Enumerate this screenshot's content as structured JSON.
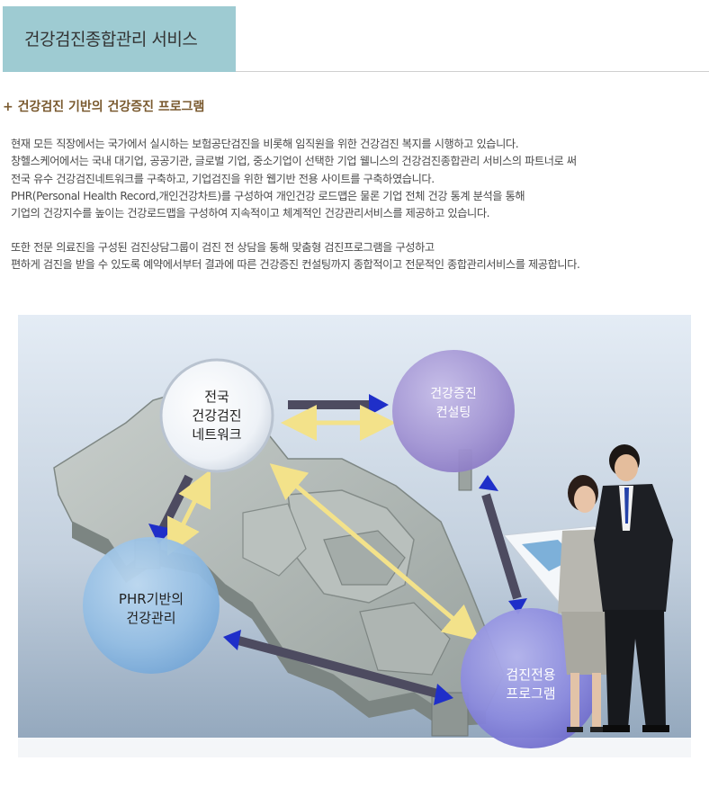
{
  "header": {
    "title": "건강검진종합관리 서비스"
  },
  "section": {
    "heading": "+ 건강검진 기반의 건강증진 프로그램"
  },
  "intro": {
    "paragraph1": [
      "현재 모든 직장에서는 국가에서 실시하는 보험공단검진을 비롯해 임직원을 위한 건강검진 복지를 시행하고 있습니다.",
      "창헬스케어에서는 국내 대기업, 공공기관, 글로벌 기업, 중소기업이 선택한 기업 웰니스의 건강검진종합관리 서비스의 파트너로 써",
      "전국 유수 건강검진네트워크를 구축하고, 기업검진을 위한 웹기반 전용 사이트를 구축하였습니다.",
      "PHR(Personal Health Record,개인건강차트)를 구성하여 개인건강 로드맵은 물론 기업 전체 건강 통계 분석을 통해",
      "기업의 건강지수를 높이는 건강로드맵을 구성하여 지속적이고 체계적인 건강관리서비스를 제공하고 있습니다."
    ],
    "paragraph2": [
      "또한 전문 의료진을 구성된 검진상담그룹이 검진 전 상담을 통해 맞춤형 검진프로그램을 구성하고",
      "편하게 검진을 받을 수 있도록 예약에서부터 결과에 따른 건강증진 컨설팅까지 종합적이고 전문적인 종합관리서비스를 제공합니다."
    ]
  },
  "diagram": {
    "nodes": [
      {
        "id": "network",
        "lines": [
          "전국",
          "건강검진",
          "네트워크"
        ]
      },
      {
        "id": "consulting",
        "lines": [
          "건강증진",
          "컨설팅"
        ]
      },
      {
        "id": "phr",
        "lines": [
          "PHR기반의",
          "건강관리"
        ]
      },
      {
        "id": "program",
        "lines": [
          "검진전용",
          "프로그램"
        ]
      }
    ],
    "colors": {
      "background_top": "#dfe8f2",
      "background_bottom": "#9fb3c7",
      "map": "#aeb6b3",
      "circle_white": "#f3f6fa",
      "circle_purple": "#9f8fd0",
      "circle_blue": "#8ab6df",
      "circle_indigo": "#7f7ed6",
      "arrow_dark": "#4d4b60",
      "arrow_yellow": "#f3e28a",
      "arrow_head_blue": "#1f2fc9"
    }
  }
}
